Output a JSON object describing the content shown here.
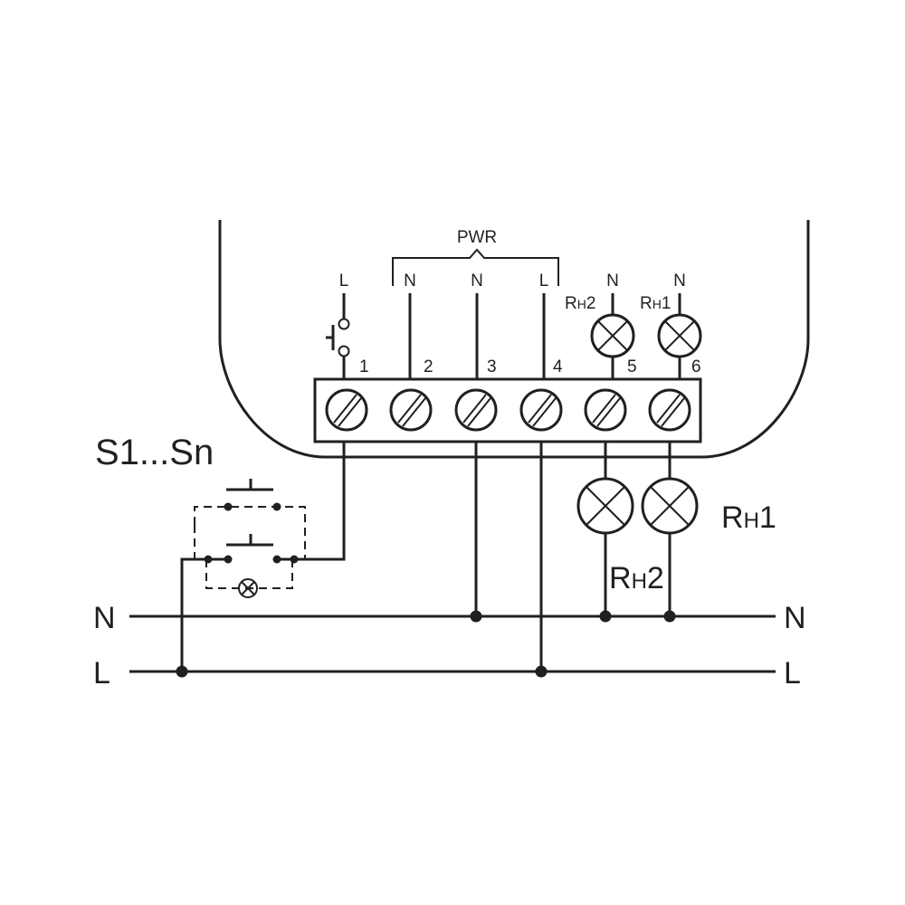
{
  "device": {
    "pwr_label": "PWR",
    "switch_line": "L",
    "pins": [
      "1",
      "2",
      "3",
      "4",
      "5",
      "6"
    ],
    "top_labels": {
      "t2": "N",
      "t3": "N",
      "t4": "L",
      "t5": "N",
      "t6": "N"
    },
    "lamp_labels": {
      "rh2": {
        "main": "R",
        "sub": "H",
        "num": "2"
      },
      "rh1": {
        "main": "R",
        "sub": "H",
        "num": "1"
      }
    }
  },
  "external": {
    "switches_label": "S1...Sn",
    "load1": {
      "main": "R",
      "sub": "H",
      "num": "1"
    },
    "load2": {
      "main": "R",
      "sub": "H",
      "num": "2"
    },
    "bus": {
      "n_left": "N",
      "n_right": "N",
      "l_left": "L",
      "l_right": "L"
    }
  }
}
